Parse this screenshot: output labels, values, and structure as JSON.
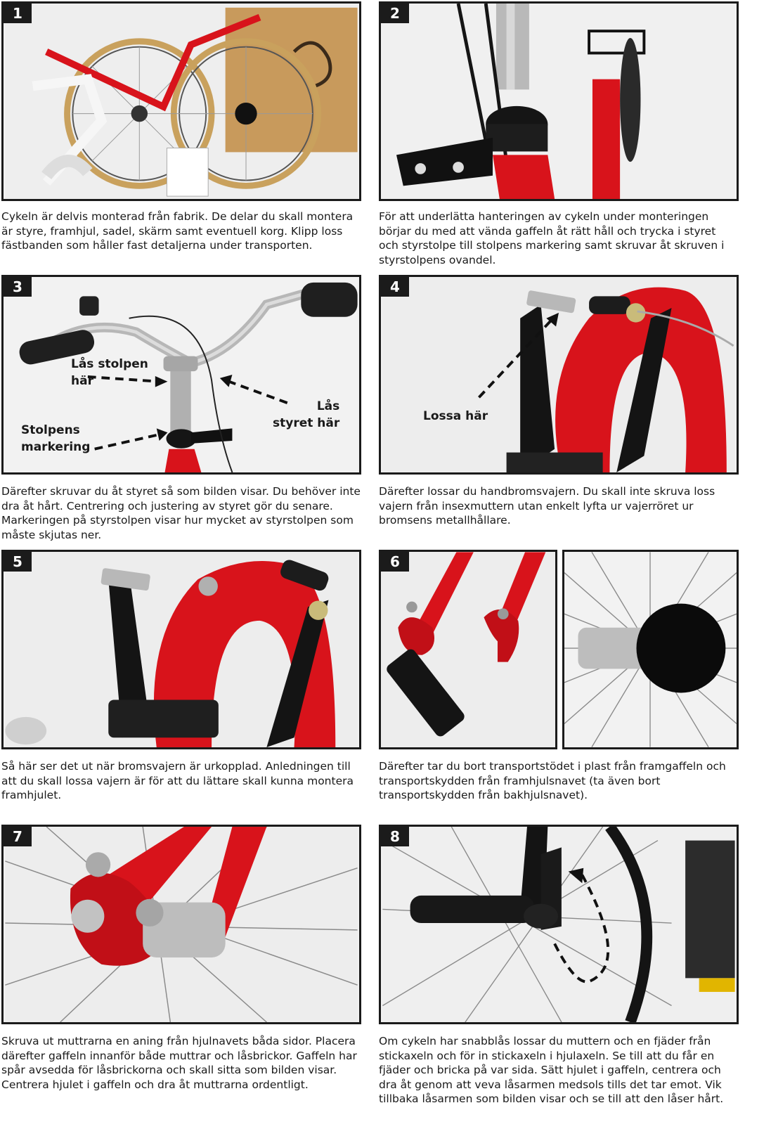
{
  "steps": [
    {
      "number": "1",
      "caption": "Cykeln är delvis monterad från fabrik. De delar du skall montera är styre, framhjul, sadel, skärm samt eventuell korg. Klipp loss fästbanden som håller fast detaljerna under transporten."
    },
    {
      "number": "2",
      "caption": "För att underlätta hanteringen av cykeln under monteringen börjar du med att vända gaffeln åt rätt håll och trycka i styret och styrstolpe till stolpens markering samt skruvar åt skruven i styrstolpens ovandel."
    },
    {
      "number": "3",
      "caption": "Därefter skruvar du åt styret så som bilden visar. Du behöver inte dra åt hårt. Centrering och justering av styret gör du senare. Markeringen på styrstolpen visar hur mycket av styrstolpen som måste skjutas ner.",
      "callouts": {
        "lock_post": "Lås stolpen\nhär",
        "lock_bar": "Lås\nstyret här",
        "post_mark": "Stolpens\nmarkering"
      }
    },
    {
      "number": "4",
      "caption": "Därefter lossar du handbromsvajern. Du skall inte skruva loss vajern från insexmuttern utan enkelt lyfta ur vajerröret ur bromsens metallhållare.",
      "callouts": {
        "loosen": "Lossa här"
      }
    },
    {
      "number": "5",
      "caption": "Så här ser det ut när bromsvajern är urkopplad. Anledningen till att du skall lossa vajern är för att du lättare skall kunna montera framhjulet."
    },
    {
      "number": "6",
      "caption": "Därefter tar du bort transportstödet i plast från framgaffeln och transportskydden från framhjulsnavet (ta även bort transportskydden från bakhjulsnavet)."
    },
    {
      "number": "7",
      "caption": "Skruva ut muttrarna en aning från hjulnavets båda sidor. Placera därefter gaffeln innanför både muttrar och låsbrickor. Gaffeln har spår avsedda för låsbrickorna och skall sitta som bilden visar. Centrera hjulet i gaffeln och dra åt muttrarna ordentligt."
    },
    {
      "number": "8",
      "caption": "Om cykeln har snabblås lossar du muttern och en fjäder från stickaxeln och för in stickaxeln i hjulaxeln. Se till att du får en fjäder och bricka på var sida. Sätt hjulet i gaffeln, centrera och dra åt genom att veva låsarmen medsols tills det tar emot. Vik tillbaka låsarmen som bilden visar och se till att den låser hårt."
    }
  ],
  "colors": {
    "frame_red": "#d8131b",
    "badge": "#1b1b1b",
    "cardboard": "#c89a5c"
  }
}
